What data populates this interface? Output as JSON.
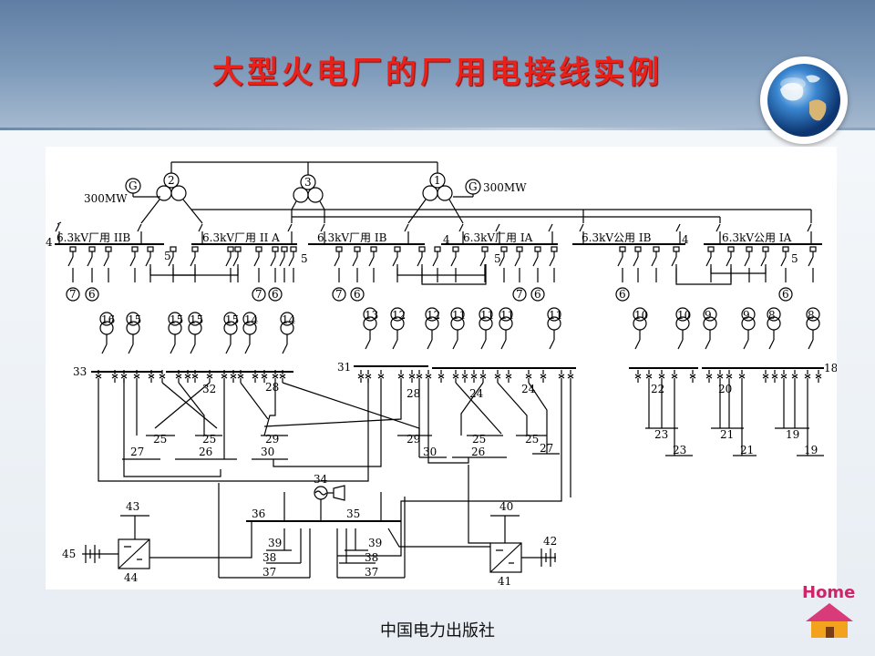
{
  "slide": {
    "title": "大型火电厂的厂用电接线实例",
    "publisher": "中国电力出版社",
    "home_label": "Home"
  },
  "icons": {
    "globe": "globe-icon",
    "home": "house-icon"
  },
  "colors": {
    "title": "#e8221a",
    "header": "#6f8db0",
    "home_text": "#d0246a"
  },
  "diagram": {
    "generator_left": {
      "symbol": "G",
      "rating": "300MW"
    },
    "generator_right": {
      "symbol": "G",
      "rating": "300MW"
    },
    "transformers": [
      "2",
      "3",
      "1"
    ],
    "bus_labels": [
      "6.3kV厂用 IIB",
      "6.3kV厂用 II A",
      "6.3kV厂用 IB",
      "6.3kV厂用 IA",
      "6.3kV公用 IB",
      "6.3kV公用 IA"
    ],
    "numbers": {
      "n4a": "4",
      "n5a": "5",
      "n5b": "5",
      "n4b": "4",
      "n5c": "5",
      "n4c": "4",
      "n5d": "5",
      "n7a": "7",
      "n6a": "6",
      "n7b": "7",
      "n6b": "6",
      "n7c": "7",
      "n6c": "6",
      "n7d": "7",
      "n6d": "6",
      "n6e": "6",
      "n6f": "6",
      "t16": "16",
      "t15a": "15",
      "t15b": "15",
      "t15c": "15",
      "t15d": "15",
      "t14a": "14",
      "t14b": "14",
      "t13": "13",
      "t12a": "12",
      "t12b": "12",
      "t11a": "11",
      "t11b": "11",
      "t11c": "11",
      "t11d": "11",
      "t10a": "10",
      "t10b": "10",
      "t9a": "9",
      "t9b": "9",
      "t8a": "8",
      "t8b": "8",
      "n33": "33",
      "n32": "32",
      "n28a": "28",
      "n31": "31",
      "n28b": "28",
      "n24a": "24",
      "n24b": "24",
      "n18": "18",
      "n25a": "25",
      "n25b": "25",
      "n29a": "29",
      "n27a": "27",
      "n26a": "26",
      "n30a": "30",
      "n29b": "29",
      "n25c": "25",
      "n25d": "25",
      "n30b": "30",
      "n26b": "26",
      "n27b": "27",
      "n22": "22",
      "n20": "20",
      "n23a": "23",
      "n21a": "21",
      "n19a": "19",
      "n23b": "23",
      "n21b": "21",
      "n19b": "19",
      "n34": "34",
      "n43": "43",
      "n36": "36",
      "n35": "35",
      "n40": "40",
      "n45": "45",
      "n44": "44",
      "n39a": "39",
      "n38a": "38",
      "n37a": "37",
      "n39b": "39",
      "n38b": "38",
      "n37b": "37",
      "n42": "42",
      "n41": "41"
    }
  }
}
